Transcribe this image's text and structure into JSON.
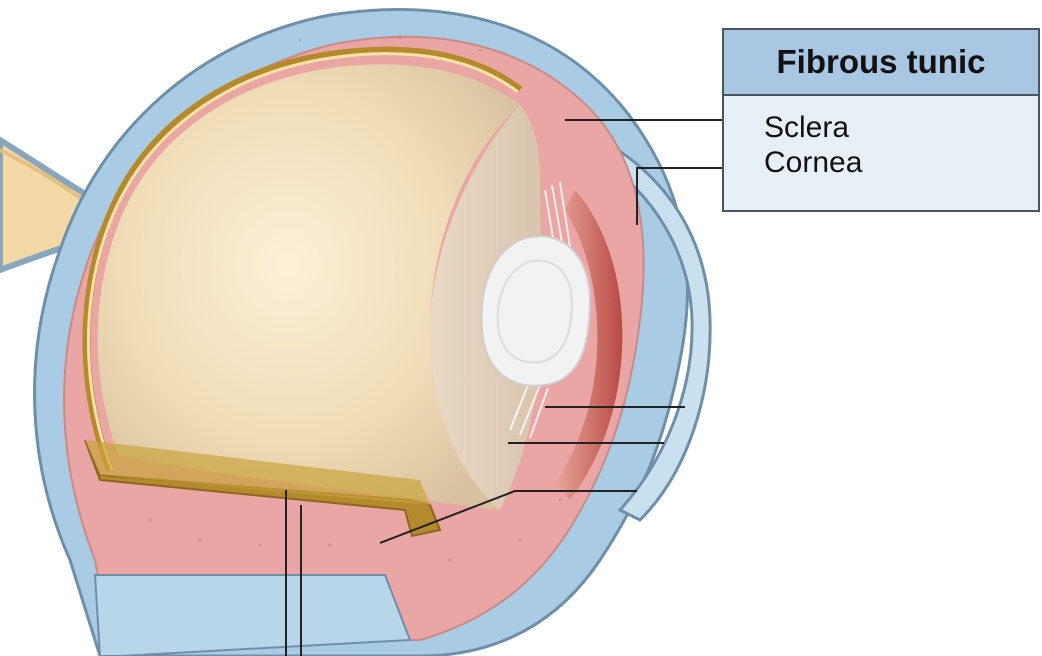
{
  "legend": {
    "title": "Fibrous tunic",
    "items": [
      {
        "label": "Sclera"
      },
      {
        "label": "Cornea"
      }
    ]
  },
  "colors": {
    "sclera": "#a9cce4",
    "choroid": "#e9a6a4",
    "retina": "#b58a2d",
    "vitreous": "#f3e0bd",
    "lens": "#f2f2f2",
    "iris": "#c3544d",
    "leader_line": "#222222",
    "legend_header": "#a9c6e2"
  }
}
